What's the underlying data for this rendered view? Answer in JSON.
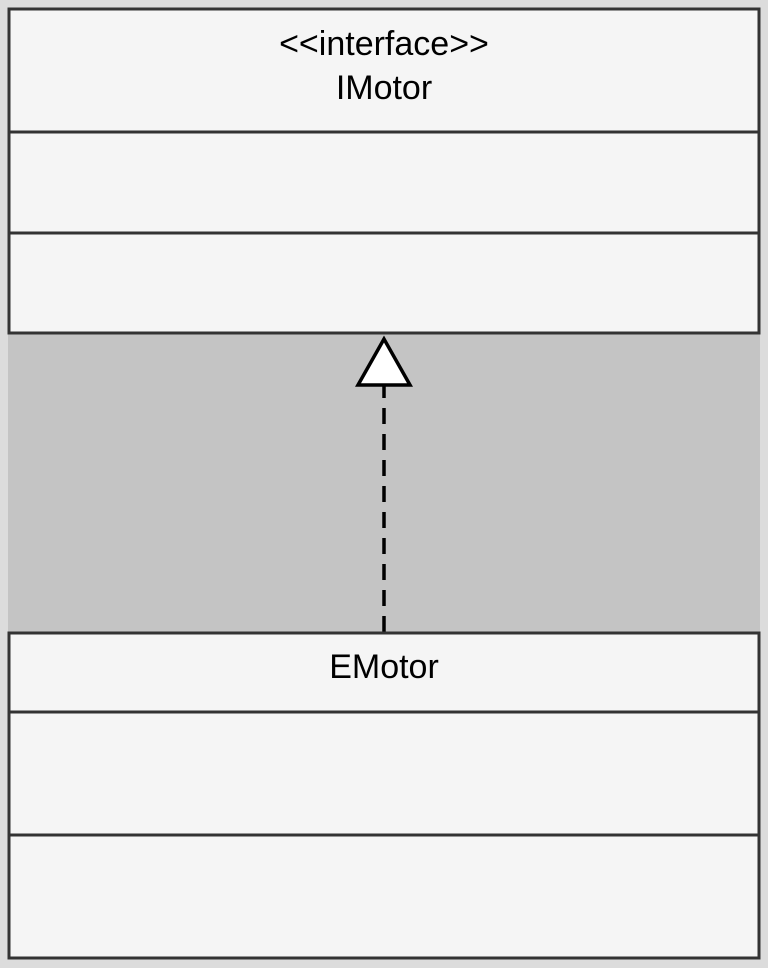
{
  "diagram": {
    "type": "uml-class-diagram",
    "colors": {
      "frame_background": "#dcdcdc",
      "gap_background": "#c4c4c4",
      "box_fill": "#f5f5f5",
      "stroke": "#333333",
      "connector": "#000000",
      "arrowhead_fill": "#ffffff"
    },
    "interface_class": {
      "stereotype": "<<interface>>",
      "name": "IMotor"
    },
    "implementing_class": {
      "name": "EMotor"
    },
    "relationship": {
      "kind": "realization",
      "from": "EMotor",
      "to": "IMotor",
      "line_style": "dashed",
      "arrowhead": "hollow-triangle"
    }
  }
}
